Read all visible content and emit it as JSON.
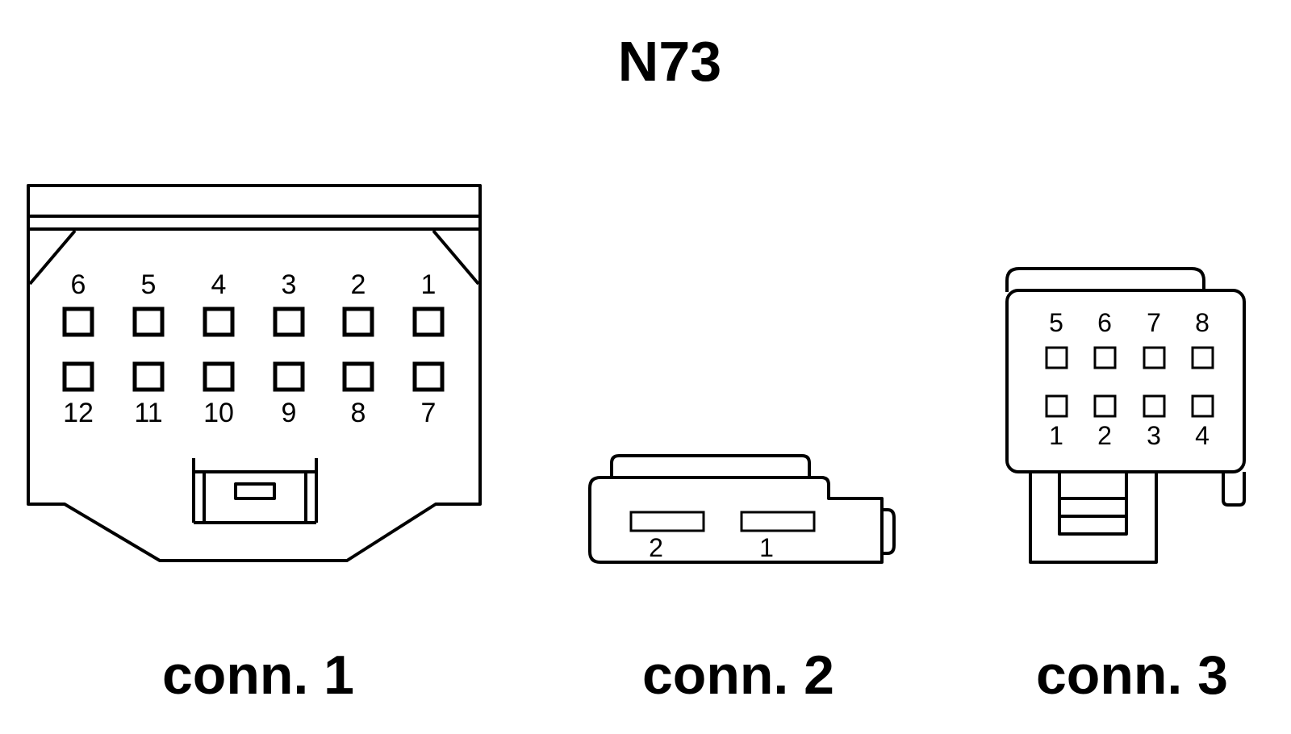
{
  "title": "N73",
  "connectors": [
    {
      "label": "conn. 1",
      "top_row_pins": [
        "6",
        "5",
        "4",
        "3",
        "2",
        "1"
      ],
      "bottom_row_pins": [
        "12",
        "11",
        "10",
        "9",
        "8",
        "7"
      ]
    },
    {
      "label": "conn. 2",
      "pins": [
        "2",
        "1"
      ]
    },
    {
      "label": "conn. 3",
      "top_row_pins": [
        "5",
        "6",
        "7",
        "8"
      ],
      "bottom_row_pins": [
        "1",
        "2",
        "3",
        "4"
      ]
    }
  ]
}
